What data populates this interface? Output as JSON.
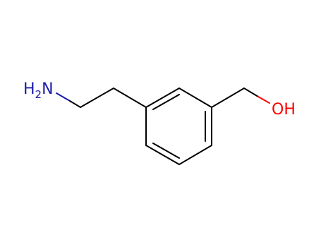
{
  "molecule": {
    "atoms": {
      "amine": {
        "element": "N",
        "label_main": "H",
        "label_sub": "2",
        "label_tail": "N",
        "color": "#1a1aa6"
      },
      "hydroxyl": {
        "element": "O",
        "label": "OH",
        "color": "#ff0000"
      }
    },
    "bond_color": "#000000"
  }
}
